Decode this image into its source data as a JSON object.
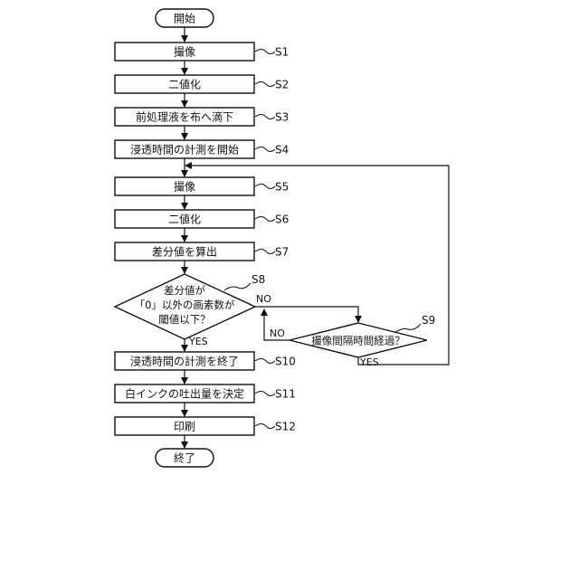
{
  "flowchart": {
    "start": "開始",
    "end": "終了",
    "steps": [
      {
        "id": "S1",
        "text": "撮像"
      },
      {
        "id": "S2",
        "text": "二値化"
      },
      {
        "id": "S3",
        "text": "前処理液を布へ滴下"
      },
      {
        "id": "S4",
        "text": "浸透時間の計測を開始"
      },
      {
        "id": "S5",
        "text": "撮像"
      },
      {
        "id": "S6",
        "text": "二値化"
      },
      {
        "id": "S7",
        "text": "差分値を算出"
      },
      {
        "id": "S10",
        "text": "浸透時間の計測を終了"
      },
      {
        "id": "S11",
        "text": "白インクの吐出量を決定"
      },
      {
        "id": "S12",
        "text": "印刷"
      }
    ],
    "decision_s8": {
      "id": "S8",
      "lines": [
        "差分値が",
        "「0」以外の画素数が",
        "閾値以下？"
      ]
    },
    "decision_s9": {
      "id": "S9",
      "text": "撮像間隔時間経過？"
    },
    "branch_labels": {
      "s8_no": "NO",
      "s8_yes": "YES",
      "s9_no": "NO",
      "s9_yes": "YES"
    }
  }
}
